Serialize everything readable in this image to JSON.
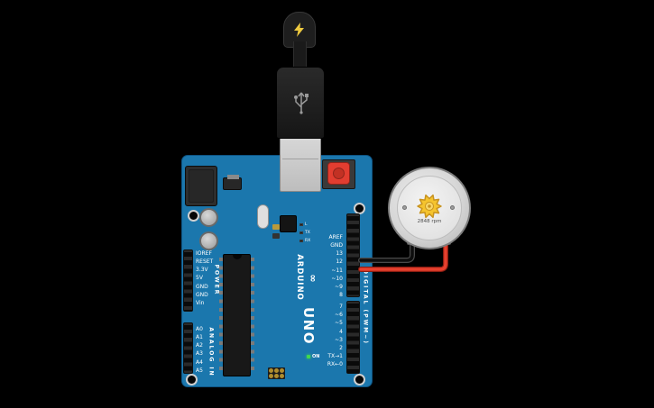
{
  "colors": {
    "bg": "#000000",
    "board-blue": "#1b77ad",
    "board-border": "#0e5483",
    "wire-black": "#0d0d0d",
    "wire-black-outline": "#4a4a4a",
    "wire-red": "#e8402e",
    "wire-red-outline": "#8a1d12",
    "gear-yellow": "#f5c42e",
    "gear-outline": "#c8931f",
    "led-green": "#41d94d",
    "bolt-yellow": "#edc93f"
  },
  "board": {
    "brand": "ARDUINO",
    "logo": "∞",
    "model": "UNO",
    "on_label": "ON",
    "leds": {
      "l": "L",
      "tx": "TX",
      "rx": "RX"
    },
    "digital_label": "DIGITAL (PWM~)",
    "digital_pins": [
      "AREF",
      "GND",
      "13",
      "12",
      "~11",
      "~10",
      "~9",
      "8",
      "7",
      "~6",
      "~5",
      "4",
      "~3",
      "2",
      "TX→1",
      "RX←0"
    ],
    "power_label": "POWER",
    "power_pins": [
      "IOREF",
      "RESET",
      "3.3V",
      "5V",
      "GND",
      "GND",
      "Vin"
    ],
    "analog_label": "ANALOG IN",
    "analog_pins": [
      "A0",
      "A1",
      "A2",
      "A3",
      "A4",
      "A5"
    ]
  },
  "motor": {
    "rpm": "2848 rpm"
  }
}
